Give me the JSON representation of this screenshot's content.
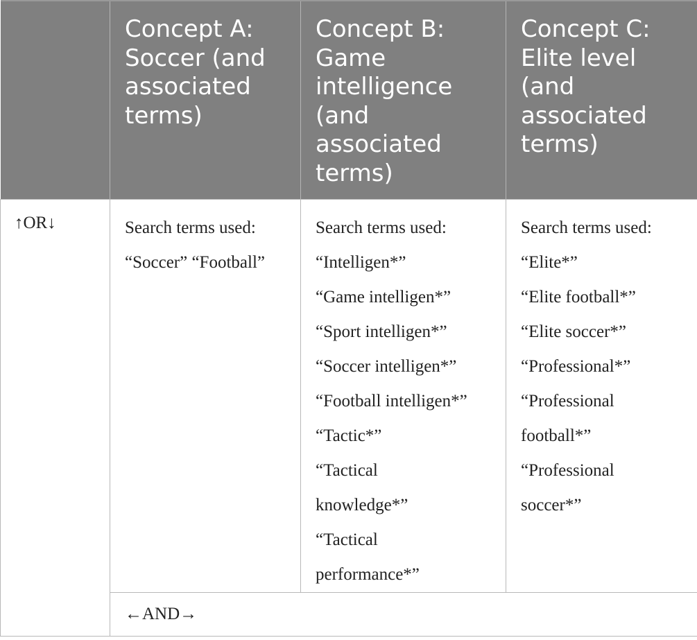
{
  "table": {
    "headers": [
      "",
      "Concept A: Soccer (and associated terms)",
      "Concept B: Game intelligence (and associated terms)",
      "Concept C: Elite level (and associated terms)"
    ],
    "or_label": "↑OR↓",
    "columns": [
      {
        "terms": [
          "Search terms used:",
          "“Soccer” “Football”"
        ]
      },
      {
        "terms": [
          "Search terms used:",
          "“Intelligen*”",
          "“Game intelligen*”",
          "“Sport intelligen*”",
          "“Soccer intelligen*”",
          "“Football intelligen*”",
          "“Tactic*”",
          "“Tactical",
          "knowledge*”",
          "“Tactical",
          "performance*”"
        ]
      },
      {
        "terms": [
          "Search terms used:",
          "“Elite*”",
          "“Elite football*”",
          "“Elite soccer*”",
          "“Professional*”",
          "“Professional",
          "football*”",
          "“Professional",
          "soccer*”"
        ]
      }
    ],
    "and_label": "←AND→"
  }
}
